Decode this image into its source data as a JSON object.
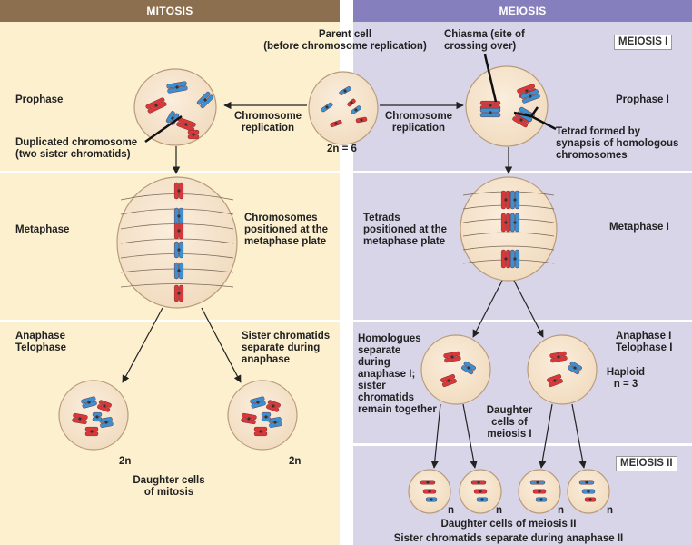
{
  "headers": {
    "mitosis": "MITOSIS",
    "meiosis": "MEIOSIS"
  },
  "boxes": {
    "meiosis1": "MEIOSIS I",
    "meiosis2": "MEIOSIS II"
  },
  "labels": {
    "parent_cell": "Parent cell\n(before chromosome replication)",
    "two_n_six": "2n = 6",
    "chiasma": "Chiasma (site of\ncrossing over)",
    "prophase": "Prophase",
    "prophase_1": "Prophase I",
    "chrom_rep_left": "Chromosome\nreplication",
    "chrom_rep_right": "Chromosome\nreplication",
    "duplicated": "Duplicated chromosome\n(two sister chromatids)",
    "tetrad_formed": "Tetrad formed by\nsynapsis of homologous\nchromosomes",
    "metaphase": "Metaphase",
    "chrom_positioned": "Chromosomes\npositioned at the\nmetaphase plate",
    "tetrads_positioned": "Tetrads\npositioned at the\nmetaphase plate",
    "metaphase_1": "Metaphase I",
    "anaphase_telophase": "Anaphase\nTelophase",
    "sister_separate": "Sister chromatids\nseparate during\nanaphase",
    "homologues_separate": "Homologues\nseparate\nduring\nanaphase I;\nsister\nchromatids\nremain together",
    "anaphase_telophase_1": "Anaphase I\nTelophase I",
    "haploid": "Haploid\nn = 3",
    "daughter_meiosis1": "Daughter\ncells of\nmeiosis I",
    "two_n_left": "2n",
    "two_n_right": "2n",
    "daughter_mitosis": "Daughter cells\nof mitosis",
    "n1": "n",
    "n2": "n",
    "n3": "n",
    "n4": "n",
    "daughter_meiosis2": "Daughter cells of meiosis II",
    "sister_separate_2": "Sister chromatids separate during anaphase II"
  },
  "colors": {
    "mitosis_bg": "#fdf0cf",
    "mitosis_header": "#8c6f4e",
    "meiosis_bg": "#d8d5e9",
    "meiosis_header": "#8580bd",
    "cell_fill": "#f1dcc0",
    "cell_stroke": "#b89b7a",
    "red_chromosome": "#d9383a",
    "blue_chromosome": "#3e8fd0"
  }
}
